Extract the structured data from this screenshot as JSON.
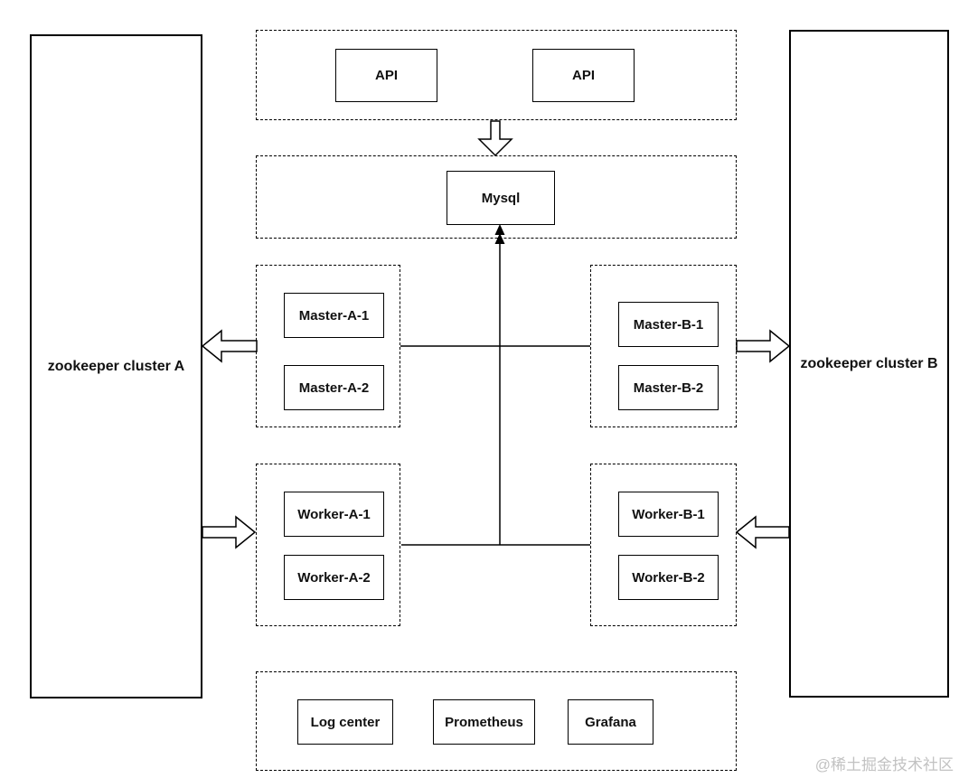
{
  "diagram": {
    "left_cluster": {
      "label": "zookeeper cluster A"
    },
    "right_cluster": {
      "label": "zookeeper cluster B"
    },
    "api_group": {
      "nodes": [
        "API",
        "API"
      ]
    },
    "mysql_group": {
      "nodes": [
        "Mysql"
      ]
    },
    "master_a_group": {
      "nodes": [
        "Master-A-1",
        "Master-A-2"
      ]
    },
    "master_b_group": {
      "nodes": [
        "Master-B-1",
        "Master-B-2"
      ]
    },
    "worker_a_group": {
      "nodes": [
        "Worker-A-1",
        "Worker-A-2"
      ]
    },
    "worker_b_group": {
      "nodes": [
        "Worker-B-1",
        "Worker-B-2"
      ]
    },
    "monitoring_group": {
      "nodes": [
        "Log center",
        "Prometheus",
        "Grafana"
      ]
    },
    "colors": {
      "line": "#000000",
      "background": "#ffffff",
      "watermark": "#c2c2c2"
    }
  },
  "watermark": {
    "text": "@稀土掘金技术社区"
  }
}
